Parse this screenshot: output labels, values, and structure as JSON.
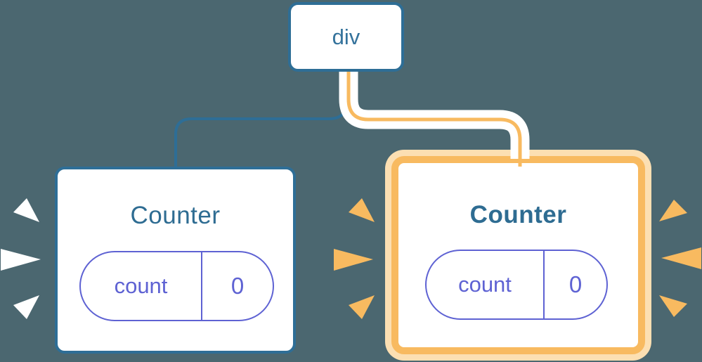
{
  "colors": {
    "background": "#4b6770",
    "card_background": "#ffffff",
    "tree_blue": "#2e6e96",
    "title_blue": "#2e6c92",
    "state_indigo": "#5e62d3",
    "highlight_orange": "#f8ba60",
    "highlight_orange_light": "#fcdfb2",
    "sparkle_white": "#ffffff"
  },
  "tree": {
    "root": {
      "label": "div"
    },
    "children": [
      {
        "label": "Counter",
        "highlighted": false,
        "state": {
          "key": "count",
          "value": "0"
        }
      },
      {
        "label": "Counter",
        "highlighted": true,
        "state": {
          "key": "count",
          "value": "0"
        }
      }
    ]
  }
}
